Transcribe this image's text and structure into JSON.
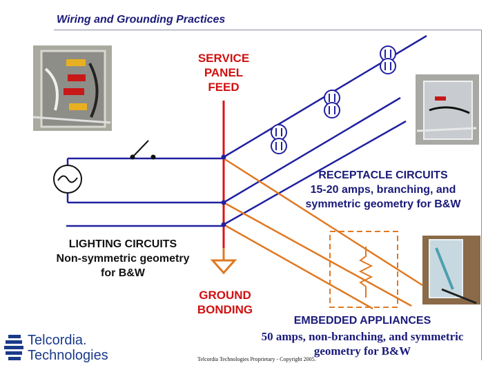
{
  "title": "Wiring and Grounding Practices",
  "labels": {
    "service_feed": [
      "SERVICE",
      "PANEL",
      "FEED"
    ],
    "receptacle": [
      "RECEPTACLE CIRCUITS",
      "15-20 amps, branching, and",
      "symmetric geometry for B&W"
    ],
    "lighting": [
      "LIGHTING CIRCUITS",
      "Non-symmetric geometry",
      "for B&W"
    ],
    "ground": [
      "GROUND",
      "BONDING"
    ],
    "embedded_title": "EMBEDDED APPLIANCES",
    "embedded_desc": [
      "50 amps, non-branching, and symmetric",
      "geometry for B&W"
    ]
  },
  "footer": "Telcordia Technologies Proprietary - Copyright 2005.",
  "logo": {
    "line1": "Telcordia.",
    "line2": "Technologies"
  },
  "colors": {
    "blue_wire": "#2020a0",
    "red_wire": "#e01010",
    "orange_wire": "#e07820",
    "title": "#1a1a7a",
    "label_red": "#d01010"
  }
}
